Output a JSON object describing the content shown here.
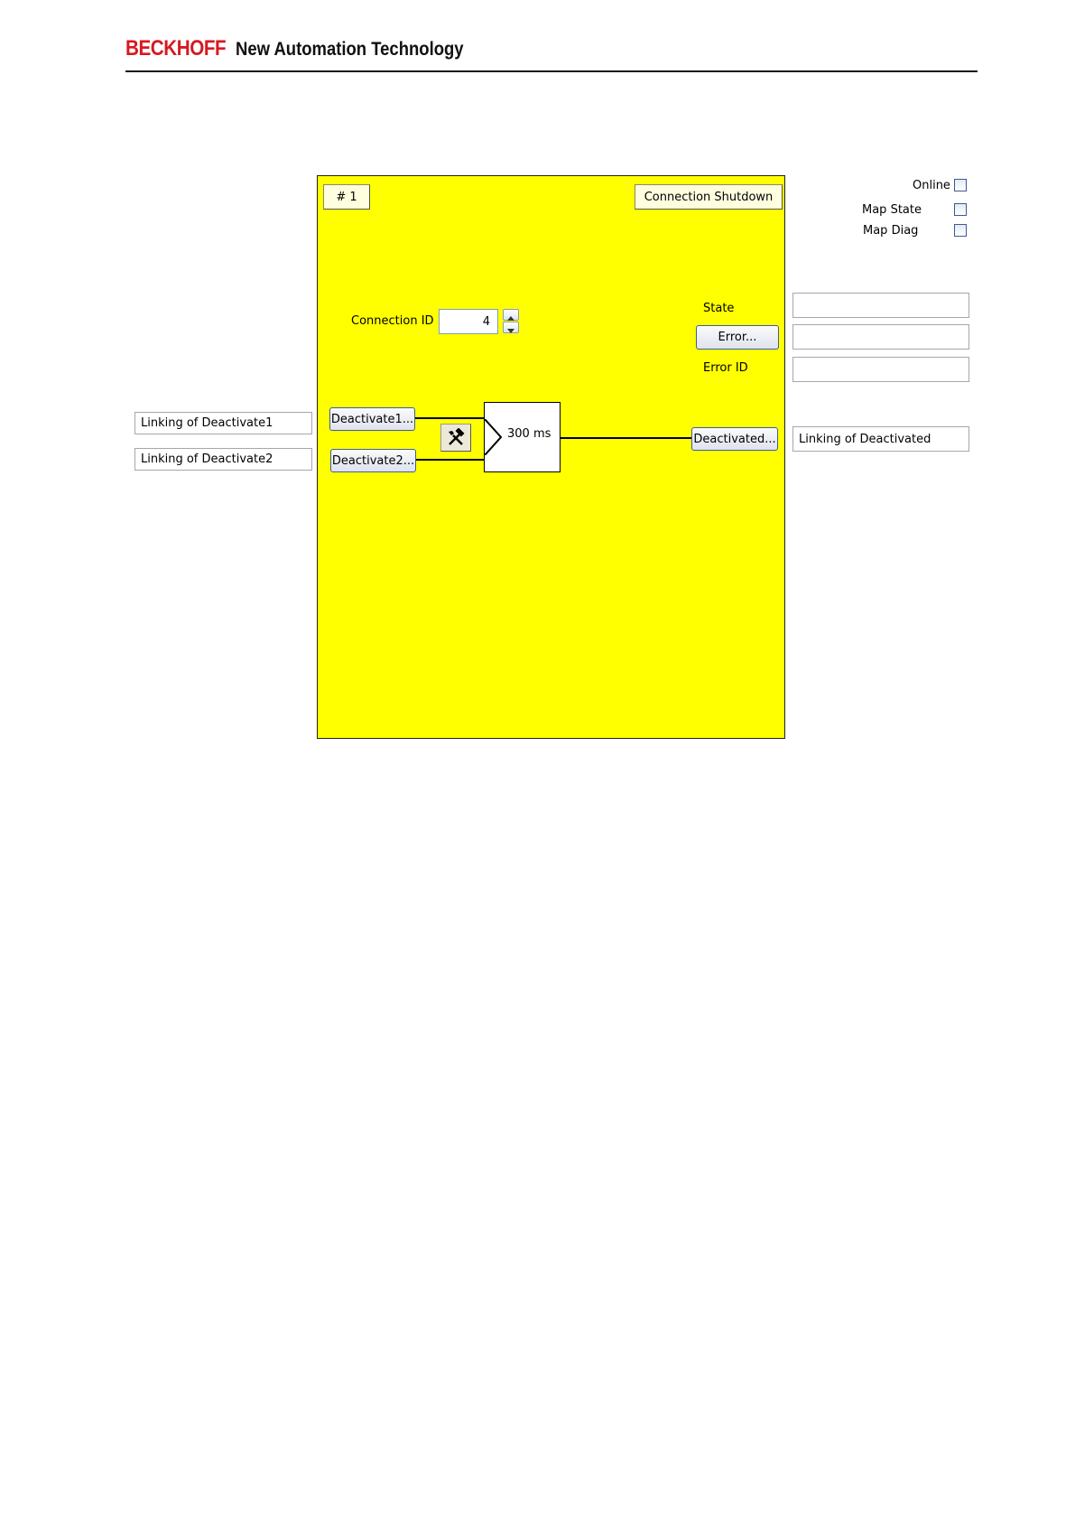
{
  "header": {
    "brand": "BECKHOFF",
    "tagline": "New Automation Technology",
    "brand_color": "#d71920"
  },
  "panel": {
    "background": "#ffff00",
    "block_number": "# 1",
    "function_button": "Connection Shutdown",
    "connection_id_label": "Connection ID",
    "connection_id_value": "4",
    "state_label": "State",
    "error_button": "Error...",
    "error_id_label": "Error ID",
    "input1_button": "Deactivate1...",
    "input2_button": "Deactivate2...",
    "tool_icon": "tools-icon",
    "delay_value": "300 ms",
    "output_button": "Deactivated..."
  },
  "options": {
    "online_label": "Online",
    "map_state_label": "Map State",
    "map_diag_label": "Map Diag"
  },
  "links": {
    "input1": "Linking of Deactivate1",
    "input2": "Linking of Deactivate2",
    "output": "Linking of Deactivated",
    "state_value": "",
    "error_value": "",
    "error_id_value": ""
  }
}
